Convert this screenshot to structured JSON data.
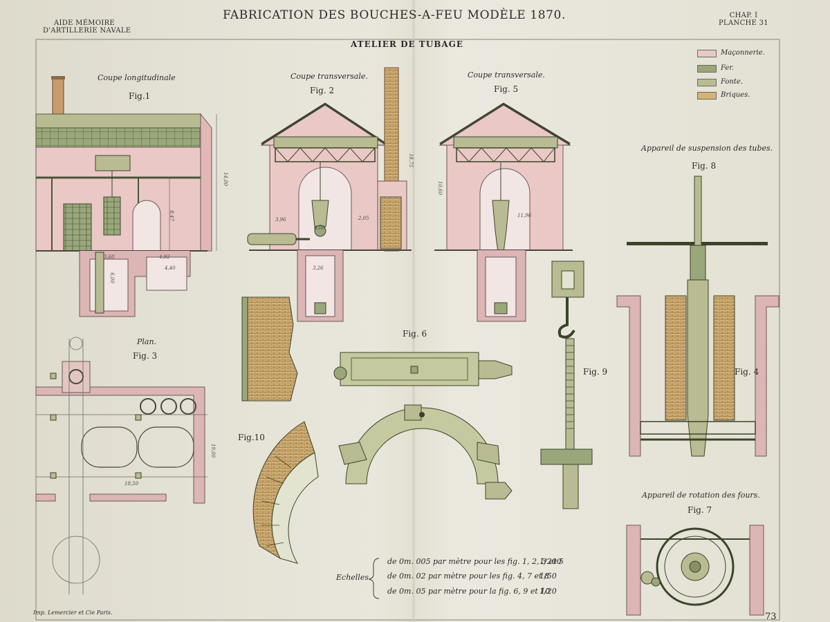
{
  "header": {
    "left_line1": "AIDE MÉMOIRE",
    "left_line2": "D'ARTILLERIE NAVALE",
    "title": "FABRICATION DES BOUCHES-A-FEU MODÈLE 1870.",
    "right_line1": "CHAP. I",
    "right_line2": "PLANCHE 31",
    "subtitle": "ATELIER DE TUBAGE"
  },
  "legend": [
    {
      "label": "Maçonnerie.",
      "color": "#e8c9c8"
    },
    {
      "label": "Fer.",
      "color": "#9aa77a"
    },
    {
      "label": "Fonte.",
      "color": "#b9bc93"
    },
    {
      "label": "Briques.",
      "color": "#d4b278"
    }
  ],
  "figures": {
    "fig1": {
      "caption": "Coupe longitudinale",
      "label": "Fig.1"
    },
    "fig2": {
      "caption": "Coupe transversale.",
      "label": "Fig. 2"
    },
    "fig5": {
      "caption": "Coupe transversale.",
      "label": "Fig. 5"
    },
    "fig8": {
      "caption": "Appareil de suspension des tubes.",
      "label": "Fig. 8"
    },
    "fig3": {
      "caption": "Plan.",
      "label": "Fig. 3"
    },
    "fig6": {
      "label": "Fig. 6"
    },
    "fig9": {
      "label": "Fig. 9"
    },
    "fig4": {
      "label": "Fig. 4"
    },
    "fig10": {
      "label": "Fig.10"
    },
    "fig7": {
      "caption": "Appareil de rotation des fours.",
      "label": "Fig. 7"
    }
  },
  "scales": {
    "label": "Echelles.",
    "lines": [
      {
        "text": "de 0m. 005 par mètre pour les fig. 1, 2, 3 et 5",
        "ratio": "1/200"
      },
      {
        "text": "de 0m. 02 par mètre pour les fig. 4, 7 et 8",
        "ratio": "1/50"
      },
      {
        "text": "de 0m. 05 par mètre pour la fig. 6, 9 et 10",
        "ratio": "1/20"
      }
    ]
  },
  "dimensions": {
    "fig1_height": "14,00",
    "fig1_mid": "8,47",
    "fig1_d1": "3,60",
    "fig1_d2": "6,00",
    "fig1_d3": "4,92",
    "fig1_d4": "4,40",
    "fig2_w1": "3,96",
    "fig2_w2": "6,00",
    "fig2_w3": "2,05",
    "fig2_pit": "3,26",
    "fig2_chimney": "18,75",
    "fig5_height": "10,60",
    "fig5_width": "11,96",
    "fig3_len": "18,50",
    "fig3_h": "19,00"
  },
  "footer": {
    "printer": "Imp. Lemercier et Cie Paris.",
    "page": "73"
  }
}
